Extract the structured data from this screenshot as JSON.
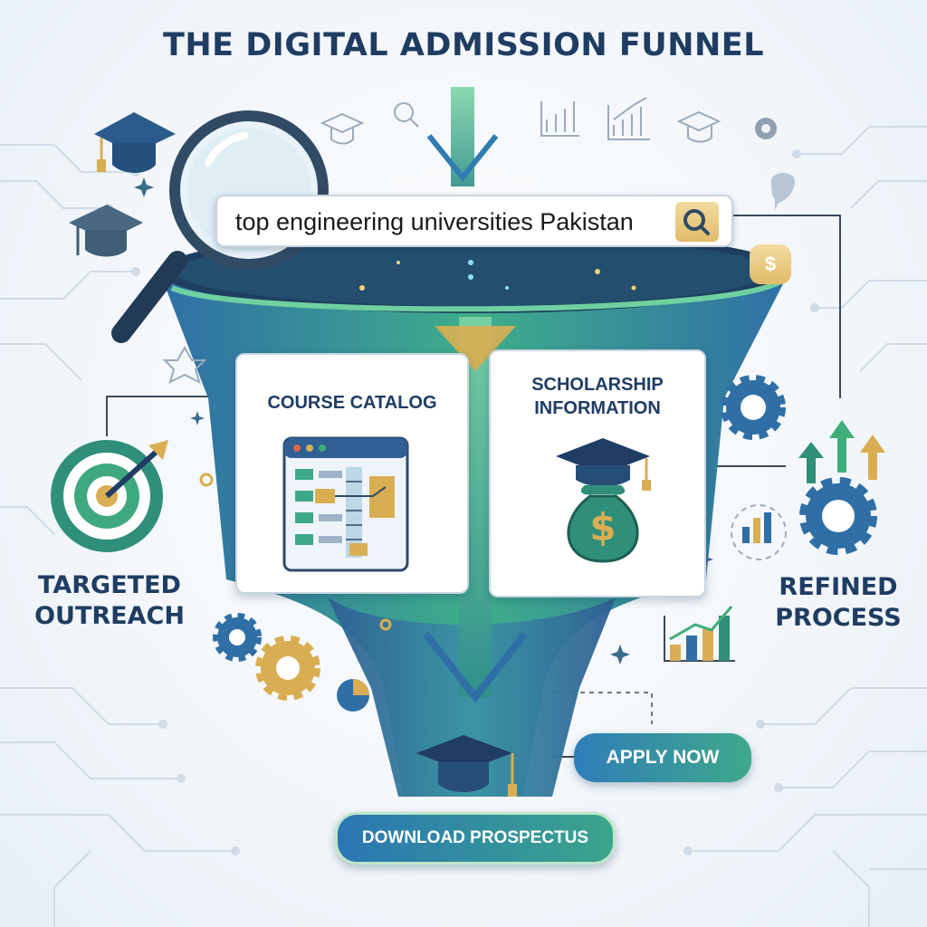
{
  "title": "THE DIGITAL ADMISSION FUNNEL",
  "search": {
    "query": "top engineering universities Pakistan"
  },
  "panels": {
    "course_catalog": "COURSE CATALOG",
    "scholarship_line1": "SCHOLARSHIP",
    "scholarship_line2": "INFORMATION"
  },
  "labels": {
    "targeted_line1": "TARGETED",
    "targeted_line2": "OUTREACH",
    "refined_line1": "REFINED",
    "refined_line2": "PROCESS"
  },
  "buttons": {
    "apply_now": "APPLY NOW",
    "download_prospectus": "DOWNLOAD PROSPECTUS"
  },
  "decor": {
    "dollar_sign": "$",
    "currency_badge": "$"
  },
  "colors": {
    "navy": "#1f3c63",
    "teal": "#2f8f88",
    "green": "#3fae7a",
    "gold": "#d9ae52",
    "blue": "#2f6fa6"
  },
  "icons": [
    "graduation-cap-icon",
    "magnifier-icon",
    "target-icon",
    "gear-icon",
    "bar-chart-icon",
    "money-bag-icon",
    "dollar-badge-icon",
    "pie-chart-icon",
    "up-arrows-icon"
  ]
}
